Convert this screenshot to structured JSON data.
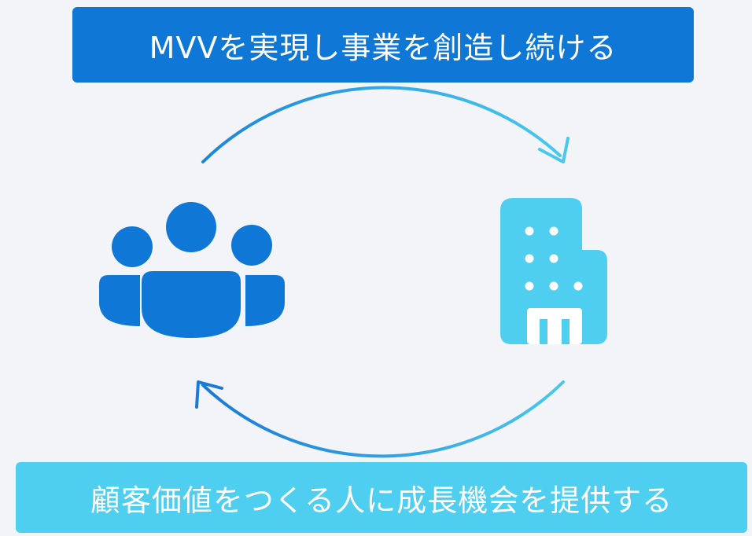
{
  "top_banner": {
    "text": "MVVを実現し事業を創造し続ける",
    "color": "#0f78d6"
  },
  "bottom_banner": {
    "text": "顧客価値をつくる人に成長機会を提供する",
    "color": "#4fcff0"
  },
  "icons": {
    "people": {
      "name": "people-group-icon",
      "color": "#0f78d6"
    },
    "building": {
      "name": "office-building-icon",
      "color": "#4fcff0"
    }
  },
  "arrows": {
    "top": {
      "name": "top-arc-arrow",
      "color": "#2aa4e4"
    },
    "bottom": {
      "name": "bottom-arc-arrow",
      "color": "#2d8fd8"
    }
  }
}
